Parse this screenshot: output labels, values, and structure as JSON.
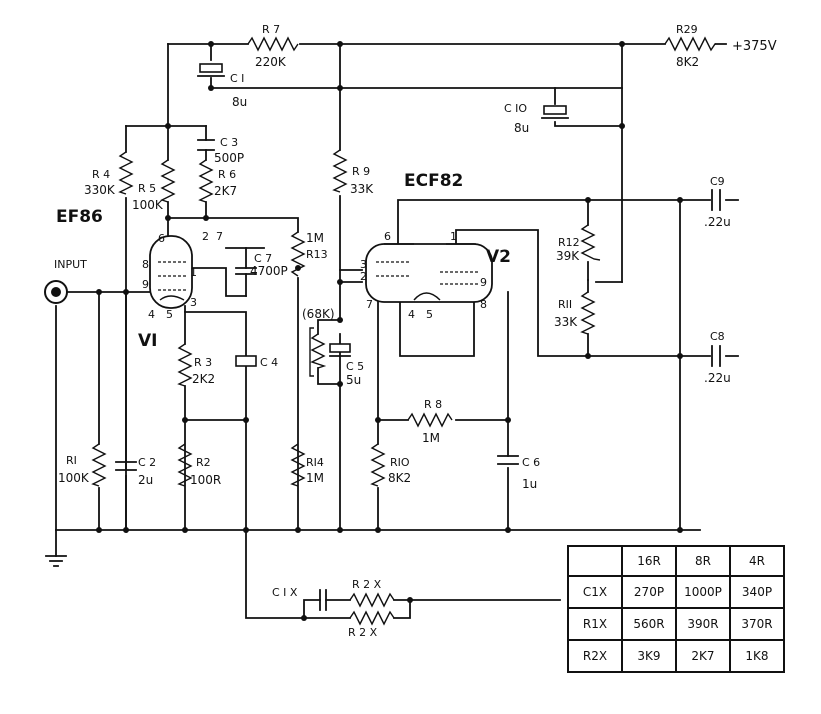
{
  "supply": "+375V",
  "tubes": {
    "v1": {
      "type": "EF86",
      "ref": "VI",
      "pins": [
        "6",
        "2",
        "7",
        "8",
        "1",
        "9",
        "3",
        "4",
        "5"
      ]
    },
    "v2": {
      "type": "ECF82",
      "ref": "V2",
      "pins": [
        "6",
        "1",
        "3",
        "2",
        "7",
        "4",
        "5",
        "9",
        "8"
      ]
    }
  },
  "input_label": "INPUT",
  "components": {
    "r7": {
      "ref": "R 7",
      "value": "220K"
    },
    "r29": {
      "ref": "R29",
      "value": "8K2"
    },
    "c1": {
      "ref": "C I",
      "value": "8u"
    },
    "c10": {
      "ref": "C IO",
      "value": "8u"
    },
    "c3": {
      "ref": "C 3",
      "value": "500P"
    },
    "r6": {
      "ref": "R 6",
      "value": "2K7"
    },
    "r4": {
      "ref": "R 4",
      "value": "330K"
    },
    "r5": {
      "ref": "R 5",
      "value": "100K"
    },
    "r9": {
      "ref": "R 9",
      "value": "33K"
    },
    "c7": {
      "ref": "C 7",
      "value": "4700P"
    },
    "r13": {
      "ref": "R13",
      "value": "1M"
    },
    "c9": {
      "ref": "C9",
      "value": ".22u"
    },
    "c8": {
      "ref": "C8",
      "value": ".22u"
    },
    "r12": {
      "ref": "R12",
      "value": "39K"
    },
    "r11": {
      "ref": "RII",
      "value": "33K"
    },
    "r3": {
      "ref": "R 3",
      "value": "2K2"
    },
    "c4": {
      "ref": "C 4",
      "value": ""
    },
    "c5": {
      "ref": "C 5",
      "value": "5u"
    },
    "r_mod": {
      "value": "(68K)"
    },
    "r8": {
      "ref": "R 8",
      "value": "1M"
    },
    "r1": {
      "ref": "RI",
      "value": "100K"
    },
    "c2": {
      "ref": "C 2",
      "value": "2u"
    },
    "r2": {
      "ref": "R2",
      "value": "100R"
    },
    "r14": {
      "ref": "RI4",
      "value": "1M"
    },
    "r10": {
      "ref": "RIO",
      "value": "8K2"
    },
    "c6": {
      "ref": "C 6",
      "value": "1u"
    },
    "c1x": {
      "ref": "C I X"
    },
    "r2x_top": {
      "ref": "R 2 X"
    },
    "r2x_bot": {
      "ref": "R 2 X"
    }
  },
  "table": {
    "headers": [
      "",
      "16R",
      "8R",
      "4R"
    ],
    "rows": [
      [
        "C1X",
        "270P",
        "1000P",
        "340P"
      ],
      [
        "R1X",
        "560R",
        "390R",
        "370R"
      ],
      [
        "R2X",
        "3K9",
        "2K7",
        "1K8"
      ]
    ]
  }
}
